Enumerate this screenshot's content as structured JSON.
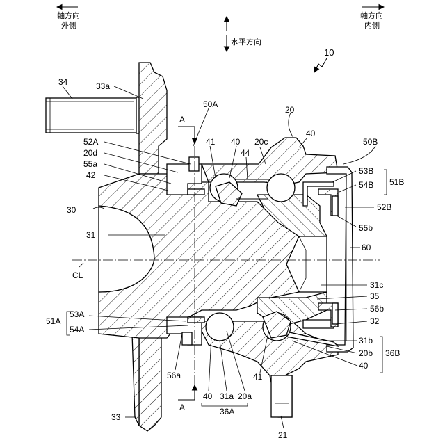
{
  "directions": {
    "axial_outer": [
      "軸方向",
      "外側"
    ],
    "axial_inner": [
      "軸方向",
      "内側"
    ],
    "horizontal": "水平方向"
  },
  "figure_ref": "10",
  "section_marks": {
    "top": "A",
    "bottom": "A"
  },
  "labels": {
    "l34": "34",
    "l33a": "33a",
    "l50A": "50A",
    "l20": "20",
    "l40_top_r": "40",
    "l52A": "52A",
    "l20d": "20d",
    "l55a": "55a",
    "l42": "42",
    "l41_top": "41",
    "l40_top": "40",
    "l44": "44",
    "l20c": "20c",
    "l50B": "50B",
    "l53B": "53B",
    "l54B": "54B",
    "l51B": "51B",
    "l52B": "52B",
    "l55b": "55b",
    "l30": "30",
    "l31": "31",
    "l60": "60",
    "lCL": "CL",
    "l31c": "31c",
    "l35": "35",
    "l56b": "56b",
    "l32": "32",
    "l51A": "51A",
    "l53A": "53A",
    "l54A": "54A",
    "l31b": "31b",
    "l20b": "20b",
    "l36B": "36B",
    "l40_bot_r": "40",
    "l56a": "56a",
    "l41_bot": "41",
    "l40_bot": "40",
    "l31a": "31a",
    "l20a": "20a",
    "l36A": "36A",
    "l33": "33",
    "l21": "21"
  }
}
